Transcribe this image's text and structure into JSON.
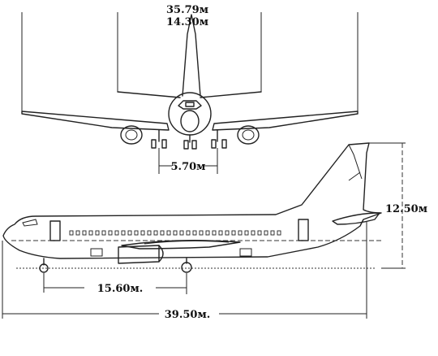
{
  "dimensions": {
    "wingspan": "35.79м",
    "tailplane_span": "14.30м",
    "main_gear_track": "5.70м",
    "height": "12.50м",
    "wheelbase": "15.60м.",
    "length": "39.50м."
  },
  "colors": {
    "ink": "#222222",
    "background": "#ffffff"
  }
}
